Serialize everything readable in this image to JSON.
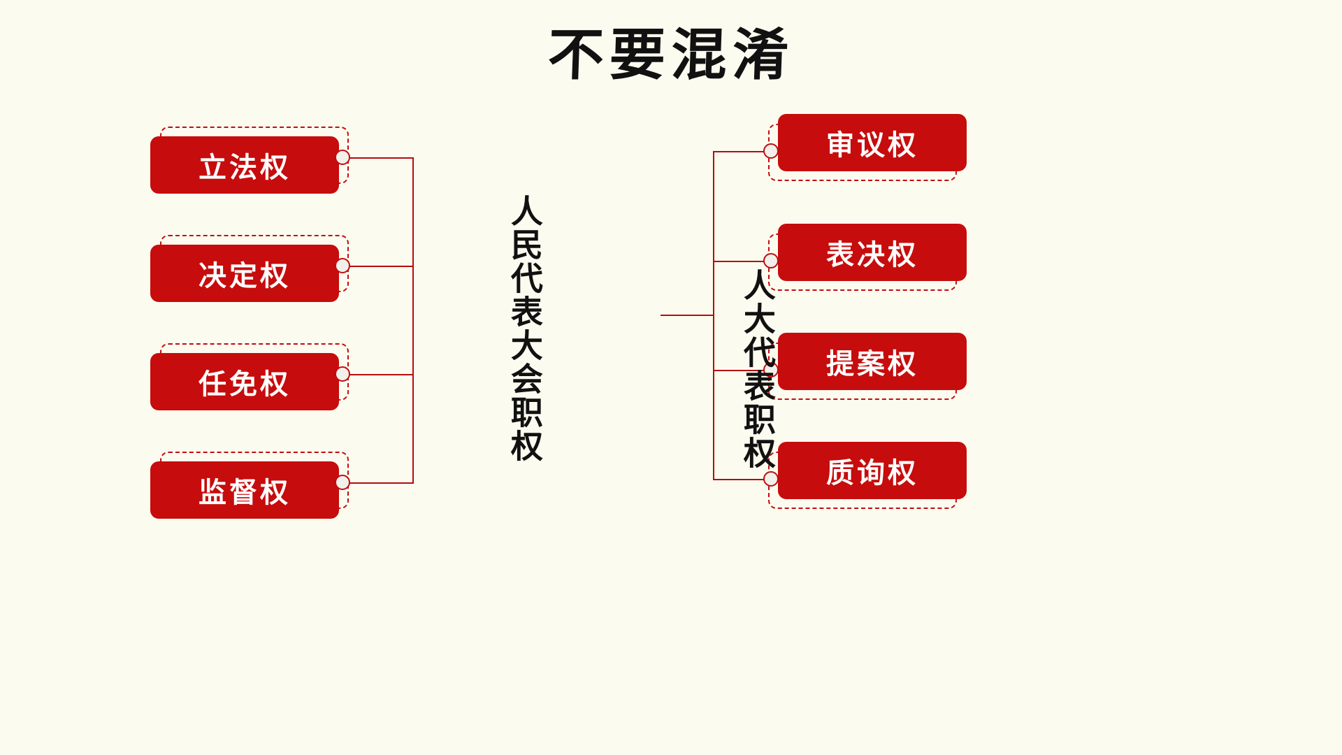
{
  "page": {
    "background_color": "#fcfbf0",
    "accent_red": "#c60c0c",
    "line_red": "#b50d0d",
    "text_dark": "#111111",
    "node_text_color": "#ffffff"
  },
  "title": "不要混淆",
  "chart_data": {
    "type": "diagram",
    "title": "不要混淆",
    "layout": "two mirrored horizontal bracket trees",
    "groups": [
      {
        "id": "npc-powers",
        "label": "人民代表大会职权",
        "side": "left",
        "label_orientation": "vertical",
        "nodes": [
          {
            "label": "立法权"
          },
          {
            "label": "决定权"
          },
          {
            "label": "任免权"
          },
          {
            "label": "监督权"
          }
        ]
      },
      {
        "id": "deputy-powers",
        "label": "人大代表职权",
        "side": "right",
        "label_orientation": "vertical",
        "nodes": [
          {
            "label": "审议权"
          },
          {
            "label": "表决权"
          },
          {
            "label": "提案权"
          },
          {
            "label": "质询权"
          }
        ]
      }
    ]
  },
  "groups": {
    "left": {
      "label": "人民代表大会职权",
      "nodes": [
        {
          "label": "立法权"
        },
        {
          "label": "决定权"
        },
        {
          "label": "任免权"
        },
        {
          "label": "监督权"
        }
      ]
    },
    "right": {
      "label": "人大代表职权",
      "nodes": [
        {
          "label": "审议权"
        },
        {
          "label": "表决权"
        },
        {
          "label": "提案权"
        },
        {
          "label": "质询权"
        }
      ]
    }
  }
}
